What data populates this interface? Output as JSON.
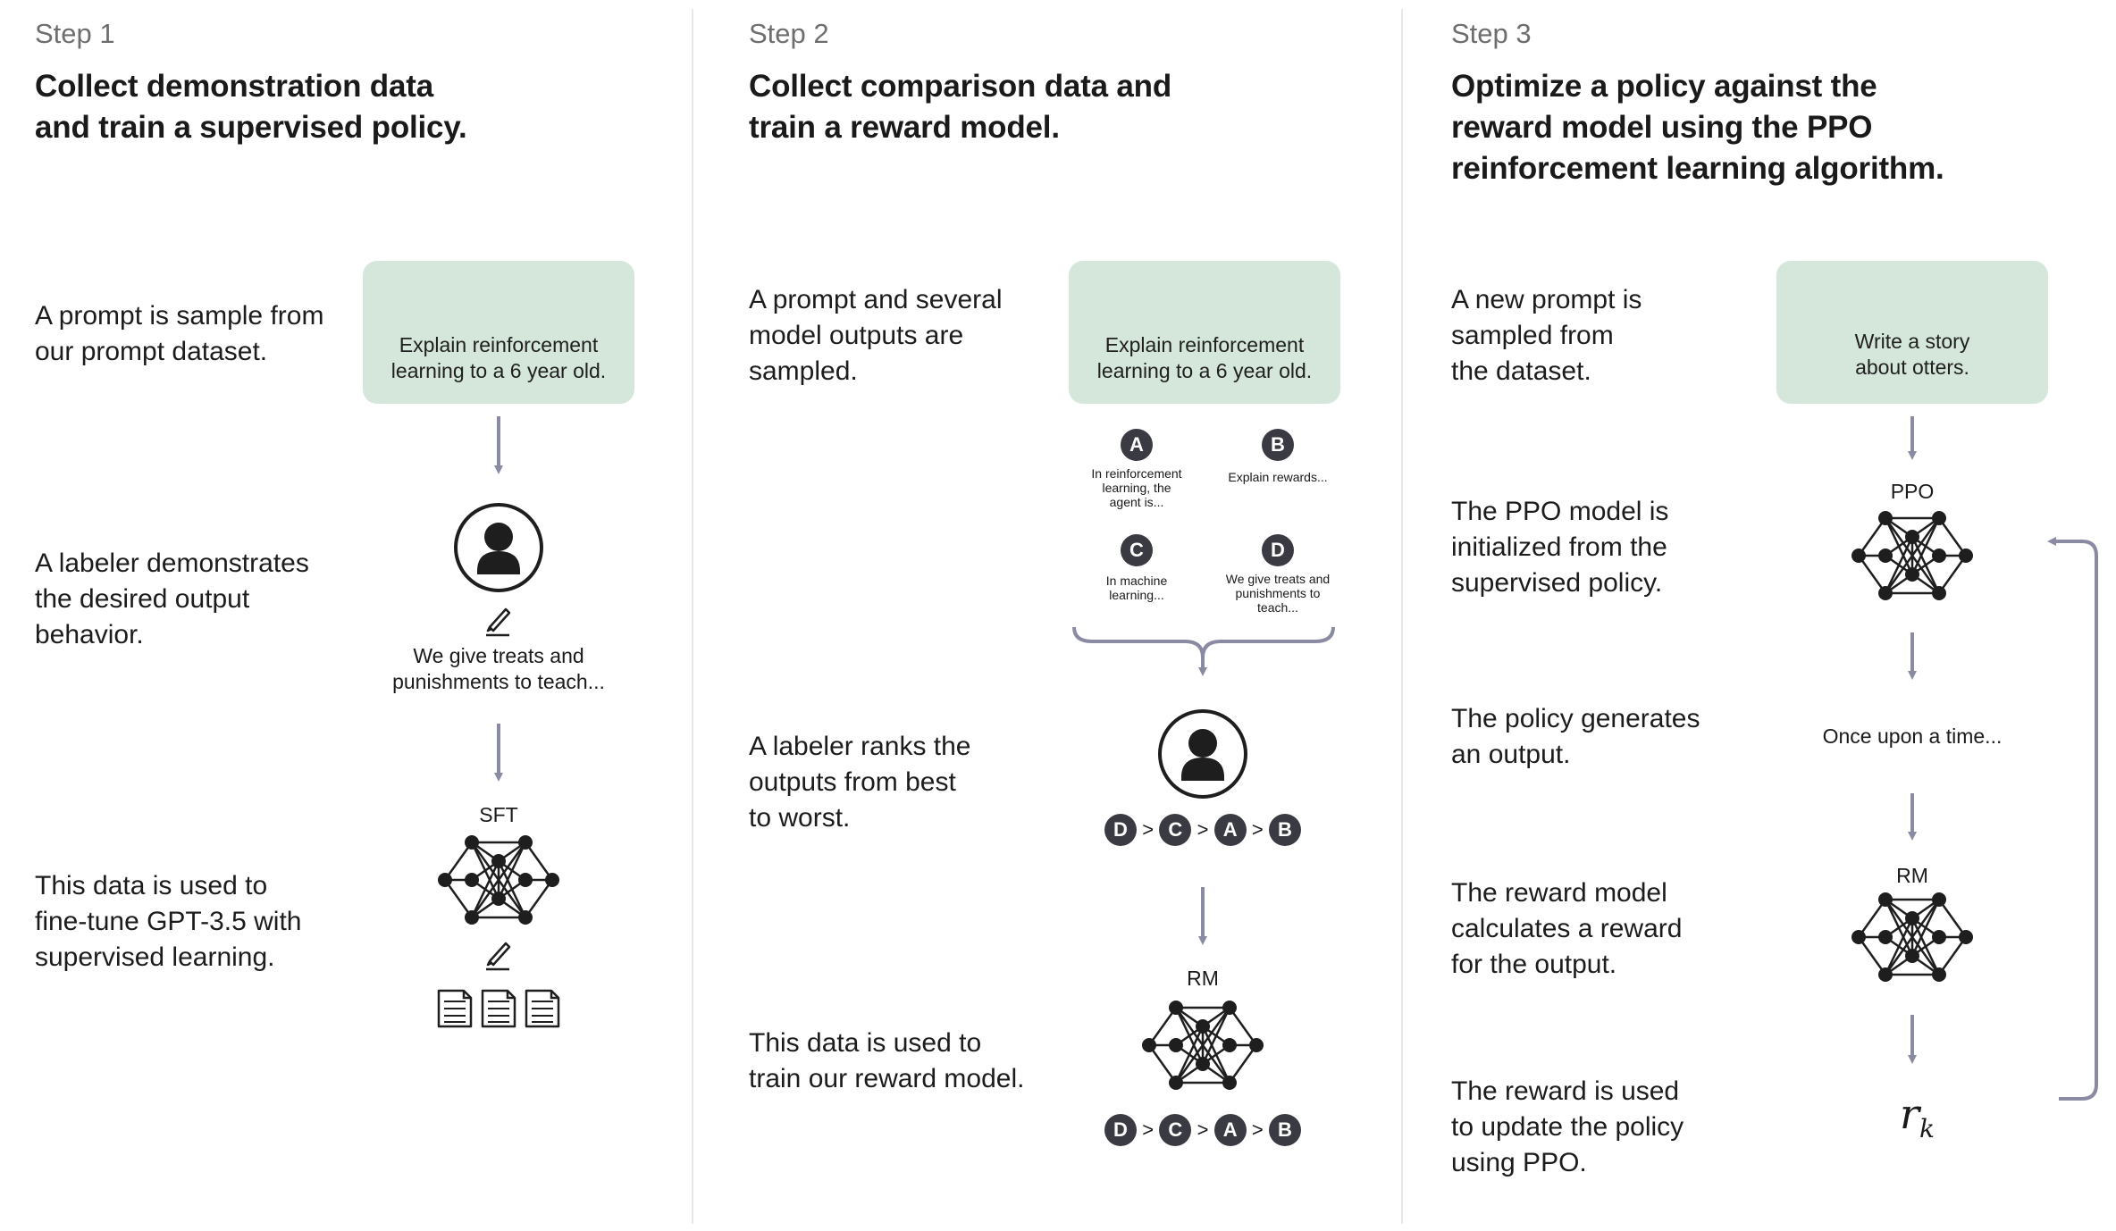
{
  "colors": {
    "prompt_bg": "#d5e7da",
    "arrow": "#8a8aa3",
    "node": "#1e1e1e",
    "divider": "#e8e8e8"
  },
  "step1": {
    "step_label": "Step 1",
    "heading": "Collect demonstration data\nand train a supervised policy.",
    "desc1": "A prompt is sample from\nour prompt dataset.",
    "prompt_icon": "refresh-icon",
    "prompt_text": "Explain reinforcement\nlearning to a 6 year old.",
    "desc2": "A labeler demonstrates\nthe desired output\nbehavior.",
    "demo_text": "We give treats and\npunishments to teach...",
    "model_label": "SFT",
    "desc3": "This data is used to\nfine-tune GPT-3.5 with\nsupervised learning."
  },
  "step2": {
    "step_label": "Step 2",
    "heading": "Collect comparison data and\ntrain a reward model.",
    "desc1": "A prompt and several\nmodel outputs are\nsampled.",
    "prompt_icon": "refresh-icon",
    "prompt_text": "Explain reinforcement\nlearning to a 6 year old.",
    "outputs": [
      {
        "letter": "A",
        "text": "In reinforcement\nlearning, the\nagent is..."
      },
      {
        "letter": "B",
        "text": "Explain rewards..."
      },
      {
        "letter": "C",
        "text": "In machine\nlearning..."
      },
      {
        "letter": "D",
        "text": "We give treats and\npunishments to\nteach..."
      }
    ],
    "desc2": "A labeler ranks the\noutputs from best\nto worst.",
    "ranking": [
      "D",
      "C",
      "A",
      "B"
    ],
    "ranking_sep": ">",
    "model_label": "RM",
    "desc3": "This data is used to\ntrain our reward model."
  },
  "step3": {
    "step_label": "Step 3",
    "heading": "Optimize a policy against the\nreward model using the PPO\nreinforcement learning algorithm.",
    "desc1": "A new prompt is\nsampled from\nthe dataset.",
    "prompt_icon": "otter-icon",
    "prompt_text": "Write a story\nabout otters.",
    "desc2": "The PPO model is\ninitialized from the\nsupervised policy.",
    "ppo_label": "PPO",
    "desc3": "The policy generates\nan output.",
    "output_text": "Once upon a time...",
    "desc4": "The reward model\ncalculates a reward\nfor the output.",
    "rm_label": "RM",
    "desc5": "The reward is used\nto update the policy\nusing PPO.",
    "reward_symbol": "r",
    "reward_subscript": "k"
  }
}
